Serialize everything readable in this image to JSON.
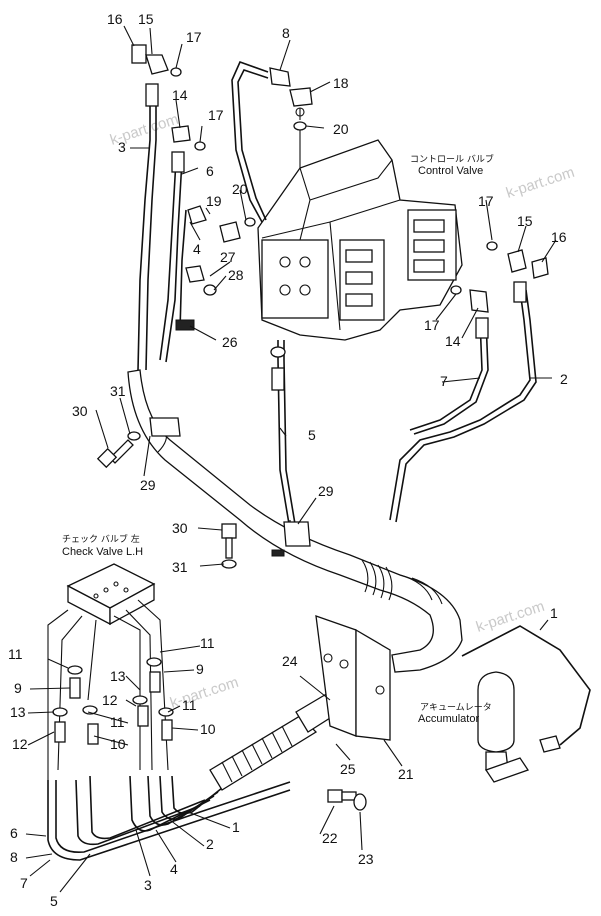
{
  "labels": {
    "control_valve_jp": "コントロール バルブ",
    "control_valve_en": "Control Valve",
    "check_valve_jp": "チェック バルブ 左",
    "check_valve_en": "Check Valve L.H",
    "accumulator_jp": "アキュームレータ",
    "accumulator_en": "Accumulator"
  },
  "watermarks": [
    "k-part.com",
    "k-part.com",
    "k-part.com",
    "k-part.com"
  ],
  "callouts": {
    "c16a": "16",
    "c15a": "15",
    "c17a": "17",
    "c8": "8",
    "c18": "18",
    "c14a": "14",
    "c17b": "17",
    "c20a": "20",
    "c3a": "3",
    "c6a": "6",
    "c20b": "20",
    "c19": "19",
    "c4a": "4",
    "c27": "27",
    "c28": "28",
    "c17c": "17",
    "c15b": "15",
    "c16b": "16",
    "c17d": "17",
    "c14b": "14",
    "c26": "26",
    "c7a": "7",
    "c2a": "2",
    "c31a": "31",
    "c30a": "30",
    "c5a": "5",
    "c29a": "29",
    "c29b": "29",
    "c30b": "30",
    "c31b": "31",
    "c1a": "1",
    "c11a": "11",
    "c11b": "11",
    "c9a": "9",
    "c9b": "9",
    "c13a": "13",
    "c13b": "13",
    "c11c": "11",
    "c11d": "11",
    "c12a": "12",
    "c12b": "12",
    "c10a": "10",
    "c10b": "10",
    "c24": "24",
    "c25": "25",
    "c21": "21",
    "c1b": "1",
    "c2b": "2",
    "c22": "22",
    "c23": "23",
    "c6b": "6",
    "c8b": "8",
    "c7b": "7",
    "c3b": "3",
    "c4b": "4",
    "c5b": "5"
  }
}
